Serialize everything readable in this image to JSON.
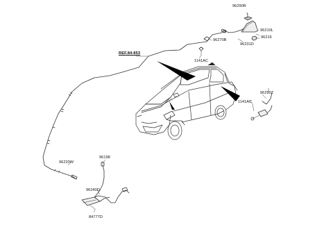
{
  "labels": {
    "p96290R": "96290R",
    "p96210L": "96210L",
    "p96216": "96216",
    "p96270B": "96270B",
    "p96231D": "96231D",
    "ref": "REF.84-853",
    "p1141AC_top": "1141AC",
    "p96290Z": "96290Z",
    "p1141AC_right": "1141AC",
    "p96198": "96198",
    "p96220W": "96220W",
    "p96240D": "96240D",
    "p84777D": "84777D"
  }
}
